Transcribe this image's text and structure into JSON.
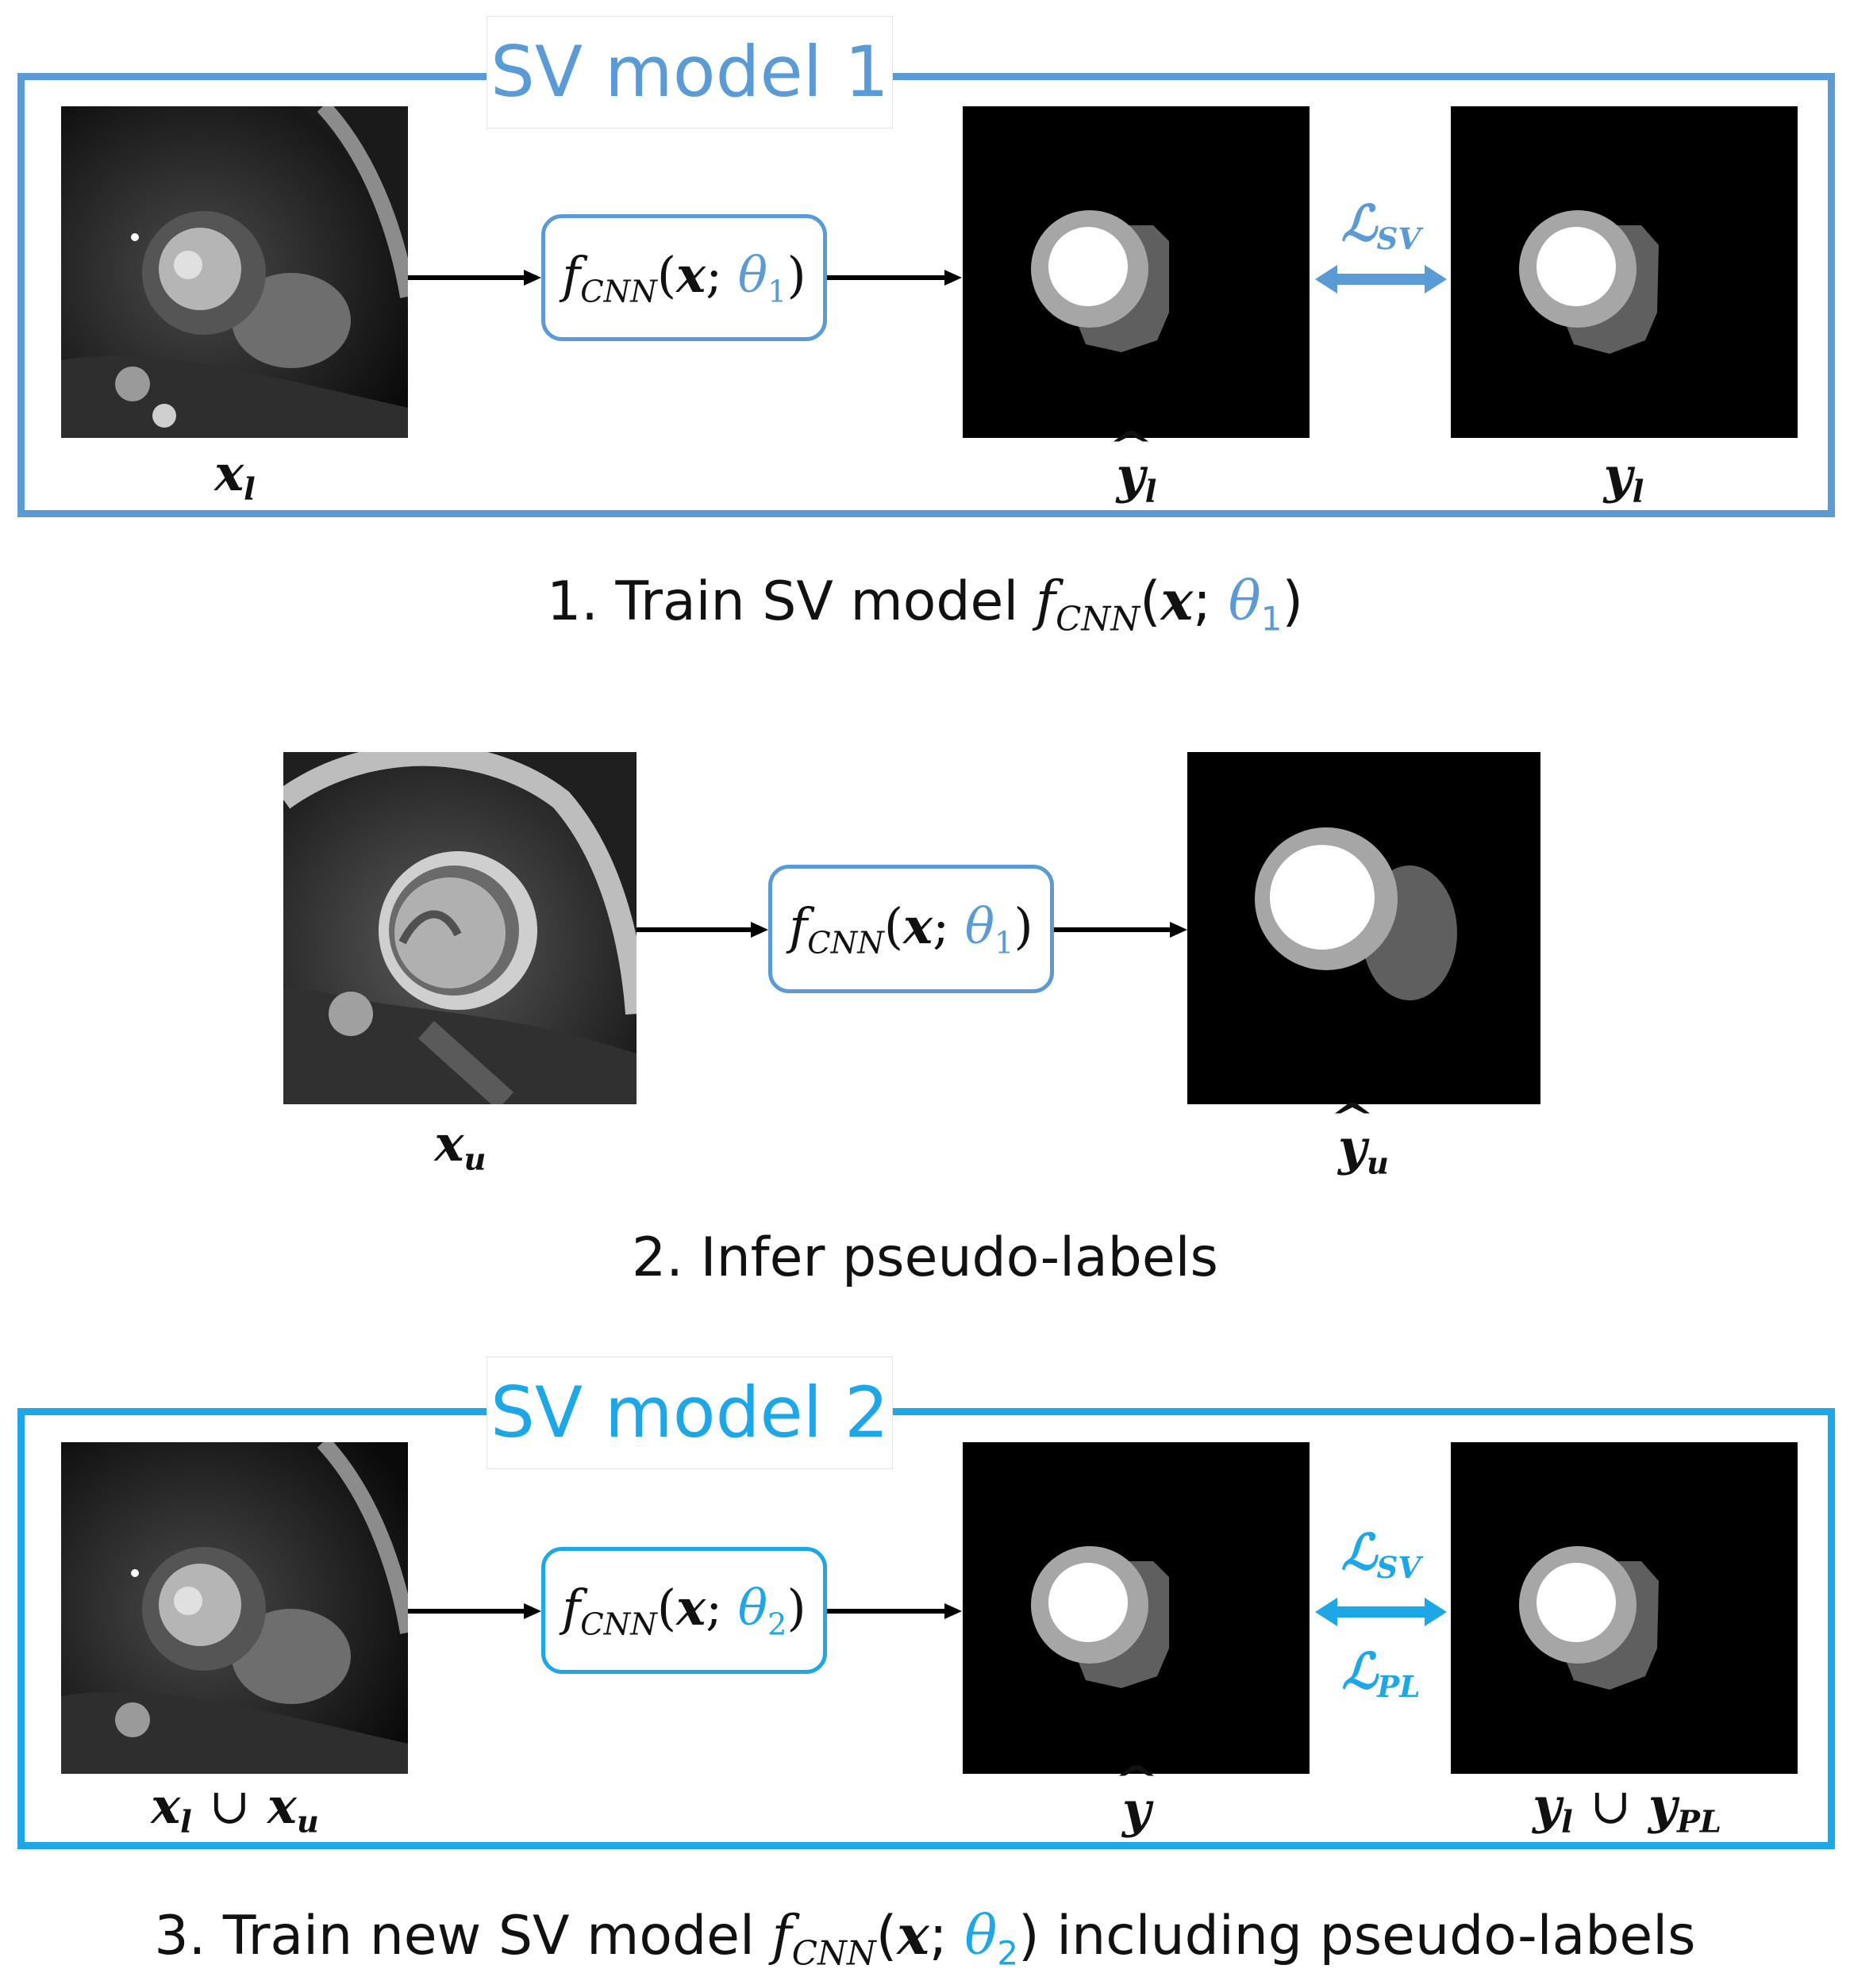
{
  "colors": {
    "model1": "#5b9bd5",
    "model2": "#1ea7e6",
    "arrow": "#000000",
    "seg_myocardium": "#a6a6a6",
    "seg_cavity": "#ffffff",
    "seg_rv": "#5f5f5f"
  },
  "panel1": {
    "title": "SV model 1",
    "input_label": {
      "main": "x",
      "sub": "l"
    },
    "function": {
      "f": "f",
      "f_sub": "CNN",
      "open": "(",
      "x": "x",
      "sep": ";",
      "theta": "θ",
      "theta_sub": "1",
      "close": ")"
    },
    "pred_label": {
      "main": "y",
      "sub": "l"
    },
    "loss": {
      "main": "ℒ",
      "sub": "SV"
    },
    "target_label": {
      "main": "y",
      "sub": "l"
    }
  },
  "caption1": {
    "prefix": "1. Train SV model",
    "f": "f",
    "f_sub": "CNN",
    "open": "(",
    "x": "x",
    "sep": ";",
    "theta": "θ",
    "theta_sub": "1",
    "close": ")"
  },
  "panel2": {
    "input_label": {
      "main": "x",
      "sub": "u"
    },
    "function": {
      "f": "f",
      "f_sub": "CNN",
      "open": "(",
      "x": "x",
      "sep": ";",
      "theta": "θ",
      "theta_sub": "1",
      "close": ")"
    },
    "pred_label": {
      "main": "y",
      "sub": "u"
    }
  },
  "caption2": {
    "text": "2. Infer pseudo-labels"
  },
  "panel3": {
    "title": "SV model 2",
    "input_label": {
      "a": "x",
      "a_sub": "l",
      "union": "∪",
      "b": "x",
      "b_sub": "u"
    },
    "function": {
      "f": "f",
      "f_sub": "CNN",
      "open": "(",
      "x": "x",
      "sep": ";",
      "theta": "θ",
      "theta_sub": "2",
      "close": ")"
    },
    "pred_label": {
      "main": "y"
    },
    "loss_top": {
      "main": "ℒ",
      "sub": "SV"
    },
    "loss_bottom": {
      "main": "ℒ",
      "sub": "PL"
    },
    "target_label": {
      "a": "y",
      "a_sub": "l",
      "union": "∪",
      "b": "y",
      "b_sub": "PL"
    }
  },
  "caption3": {
    "prefix": "3. Train new SV model",
    "f": "f",
    "f_sub": "CNN",
    "open": "(",
    "x": "x",
    "sep": ";",
    "theta": "θ",
    "theta_sub": "2",
    "close": ")",
    "suffix": "including pseudo-labels"
  }
}
